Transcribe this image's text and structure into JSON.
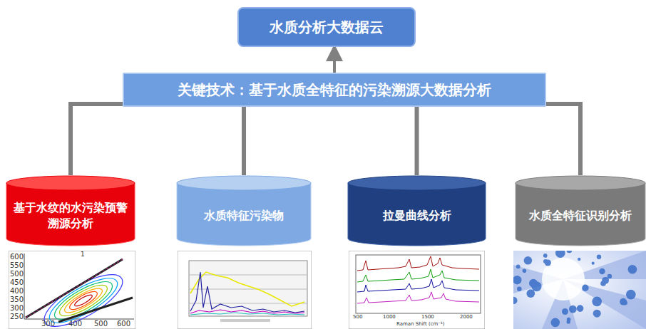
{
  "diagram": {
    "nodes": [
      {
        "text": [
          "水质分析大数据云"
        ]
      },
      {
        "text": [
          "关键技术：基于水质全特征的污染溯源大数据分析"
        ]
      },
      {
        "text": [
          "基于水纹的水污染预警溯源分析"
        ]
      },
      {
        "text": [
          "水质特征污染物"
        ]
      },
      {
        "text": [
          "拉曼曲线分析"
        ]
      },
      {
        "text": [
          "水质全特征识别分析"
        ]
      }
    ],
    "edges": [
      {
        "from": 1,
        "to": 0,
        "arrow": "to"
      },
      {
        "from": 2,
        "to": 1,
        "arrow": "none"
      },
      {
        "from": 3,
        "to": 1,
        "arrow": "none"
      },
      {
        "from": 4,
        "to": 1,
        "arrow": "none"
      },
      {
        "from": 5,
        "to": 1,
        "arrow": "none"
      }
    ],
    "labels": [
      "1",
      "600",
      "550",
      "500",
      "450",
      "400",
      "350",
      "300",
      "250",
      "300",
      "400",
      "500",
      "600",
      "Raman Shift (cm⁻¹)",
      "500",
      "1000",
      "1500",
      "2000"
    ]
  }
}
